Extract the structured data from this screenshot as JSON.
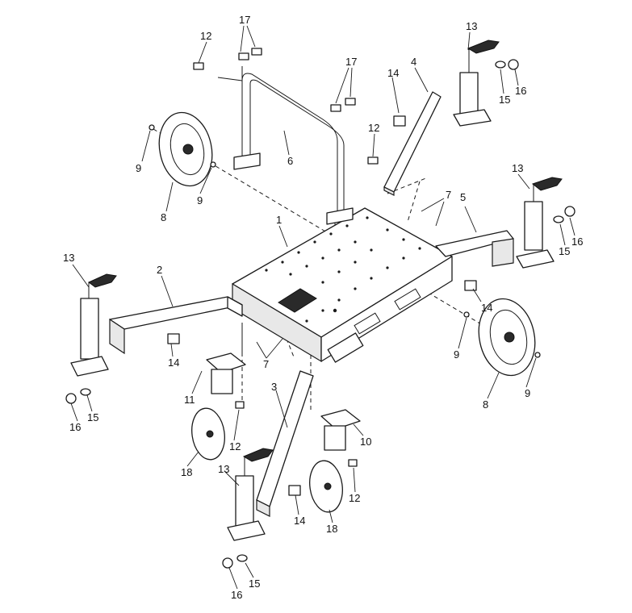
{
  "callouts": [
    {
      "id": "c-17a",
      "text": "17"
    },
    {
      "id": "c-12a",
      "text": "12"
    },
    {
      "id": "c-13a",
      "text": "13"
    },
    {
      "id": "c-17b",
      "text": "17"
    },
    {
      "id": "c-14a",
      "text": "14"
    },
    {
      "id": "c-4",
      "text": "4"
    },
    {
      "id": "c-15a",
      "text": "15"
    },
    {
      "id": "c-16a",
      "text": "16"
    },
    {
      "id": "c-12b",
      "text": "12"
    },
    {
      "id": "c-6",
      "text": "6"
    },
    {
      "id": "c-9a",
      "text": "9"
    },
    {
      "id": "c-9b",
      "text": "9"
    },
    {
      "id": "c-8a",
      "text": "8"
    },
    {
      "id": "c-13b",
      "text": "13"
    },
    {
      "id": "c-7a",
      "text": "7"
    },
    {
      "id": "c-5",
      "text": "5"
    },
    {
      "id": "c-1",
      "text": "1"
    },
    {
      "id": "c-16b",
      "text": "16"
    },
    {
      "id": "c-15b",
      "text": "15"
    },
    {
      "id": "c-13c",
      "text": "13"
    },
    {
      "id": "c-2",
      "text": "2"
    },
    {
      "id": "c-14b",
      "text": "14"
    },
    {
      "id": "c-9c",
      "text": "9"
    },
    {
      "id": "c-7b",
      "text": "7"
    },
    {
      "id": "c-14c",
      "text": "14"
    },
    {
      "id": "c-9d",
      "text": "9"
    },
    {
      "id": "c-11",
      "text": "11"
    },
    {
      "id": "c-8b",
      "text": "8"
    },
    {
      "id": "c-16c",
      "text": "16"
    },
    {
      "id": "c-15c",
      "text": "15"
    },
    {
      "id": "c-3",
      "text": "3"
    },
    {
      "id": "c-12c",
      "text": "12"
    },
    {
      "id": "c-10",
      "text": "10"
    },
    {
      "id": "c-18a",
      "text": "18"
    },
    {
      "id": "c-13d",
      "text": "13"
    },
    {
      "id": "c-12d",
      "text": "12"
    },
    {
      "id": "c-14d",
      "text": "14"
    },
    {
      "id": "c-18b",
      "text": "18"
    },
    {
      "id": "c-15d",
      "text": "15"
    },
    {
      "id": "c-16d",
      "text": "16"
    }
  ]
}
